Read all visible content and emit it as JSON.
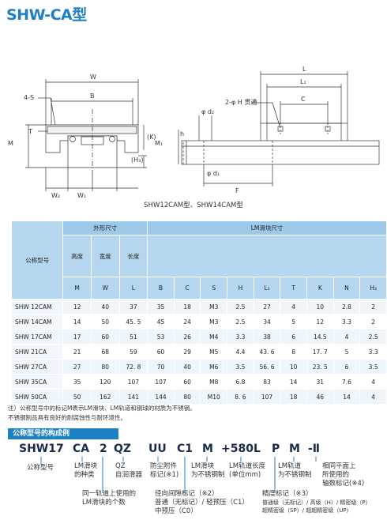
{
  "page": {
    "title": "SHW-CA型"
  },
  "drawing": {
    "caption": "SHW12CAM型、SHW14CAM型",
    "front": {
      "W": "W",
      "B": "B",
      "s": "4-S",
      "M": "M",
      "T": "T",
      "K": "(K)",
      "H3": "(H₃)",
      "W2": "W₂",
      "W1": "W₁"
    },
    "side": {
      "L": "L",
      "L1": "L₁",
      "C": "C",
      "hole": "2-φ H 贯通",
      "d2": "φ d₂",
      "h": "h",
      "M1": "M₁",
      "d1": "φ d₁",
      "F": "F"
    }
  },
  "table": {
    "group_left": "外形尺寸",
    "group_right": "LM滑块尺寸",
    "name_header": "公称型号",
    "sub_headers": [
      "高度",
      "宽度",
      "长度"
    ],
    "units": [
      "M",
      "W",
      "L",
      "B",
      "C",
      "S",
      "H",
      "L₁",
      "T",
      "K",
      "N",
      "H₃"
    ],
    "rows": [
      [
        "SHW 12CAM",
        "12",
        "40",
        "37",
        "35",
        "18",
        "M3",
        "2.5",
        "27",
        "4",
        "10",
        "2.8",
        "2"
      ],
      [
        "SHW 14CAM",
        "14",
        "50",
        "45. 5",
        "45",
        "24",
        "M3",
        "2.5",
        "34",
        "5",
        "12",
        "3.3",
        "2"
      ],
      [
        "SHW 17CAM",
        "17",
        "60",
        "51",
        "53",
        "26",
        "M4",
        "3.3",
        "38",
        "6",
        "14.5",
        "4",
        "2.5"
      ],
      [
        "SHW 21CA",
        "21",
        "68",
        "59",
        "60",
        "29",
        "M5",
        "4.4",
        "43. 6",
        "8",
        "17. 7",
        "5",
        "3.3"
      ],
      [
        "SHW 27CA",
        "27",
        "80",
        "72. 8",
        "70",
        "40",
        "M6",
        "3.5",
        "56. 6",
        "10",
        "23. 5",
        "6",
        "3.5"
      ],
      [
        "SHW 35CA",
        "35",
        "120",
        "107",
        "107",
        "60",
        "M8",
        "6.8",
        "83",
        "14",
        "31",
        "7.6",
        "4"
      ],
      [
        "SHW 50CA",
        "50",
        "162",
        "141",
        "144",
        "80",
        "M10",
        "8. 6",
        "107",
        "18",
        "46",
        "14",
        "4"
      ]
    ]
  },
  "notes": [
    "注）公称型号中的标记M表示LM滑块、LM轨道和钢球的材质为不锈钢。",
    "   不锈钢制品具有良好的耐腐蚀性与耐环境性。"
  ],
  "example": {
    "bar_title": "公称型号的构成例",
    "code": [
      "SHW17",
      "CA",
      "2",
      "QZ",
      "UU",
      "C1",
      "M",
      "+580L",
      "P",
      "M",
      "-Ⅱ"
    ],
    "labels": {
      "model": "公称型号",
      "block_type": "LM滑块\n的种类",
      "qz": "QZ\n自润滑器",
      "dust": "防尘附件\n标记(※1)",
      "stainless_block": "LM滑块\n为不锈钢制",
      "rail_length": "LM轨道长度\n(单位mm)",
      "stainless_rail": "LM轨道\n为不锈钢制",
      "axis_count": "相同平面上\n所使用的\n轴数标记(※4)",
      "block_count": "同一轨道上使用的\nLM滑块的个数",
      "clearance": "径向间隙标记（※2）\n普通（无标记）/ 轻预压（C1）\n中预压（C0）",
      "accuracy_title": "精度标记（※3）",
      "accuracy_body": "普通级（无标记）/ 高级（H）/ 精密级（P）\n超精密级（SP）/ 超超精密级（UP）"
    }
  }
}
